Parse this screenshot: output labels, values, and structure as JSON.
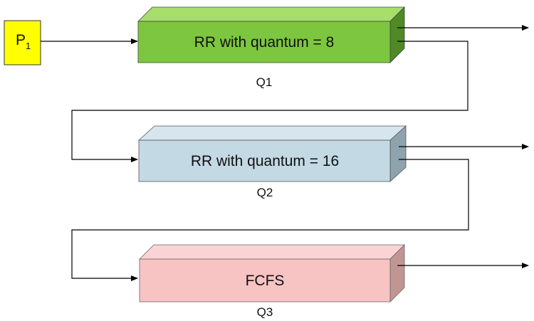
{
  "process": {
    "label": "P",
    "subscript": "1",
    "color": "#ffff00"
  },
  "queues": [
    {
      "text": "RR with quantum = 8",
      "label": "Q1",
      "front_color": "#7dc63f",
      "top_color": "#a6de6a",
      "side_color": "#4f8a25"
    },
    {
      "text": "RR with quantum = 16",
      "label": "Q2",
      "front_color": "#c3d9e3",
      "top_color": "#d7e6ee",
      "side_color": "#8ea3ad"
    },
    {
      "text": "FCFS",
      "label": "Q3",
      "front_color": "#f7c3c3",
      "top_color": "#fad4d4",
      "side_color": "#c29595"
    }
  ]
}
